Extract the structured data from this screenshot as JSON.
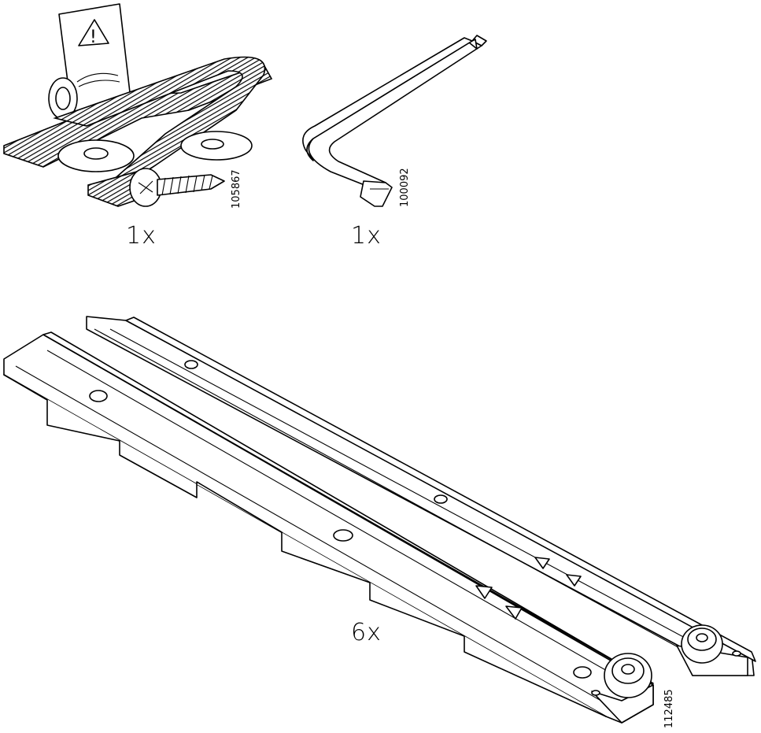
{
  "parts": [
    {
      "name": "fixing-kit",
      "quantity": "1x",
      "part_number": "105867"
    },
    {
      "name": "allen-key",
      "quantity": "1x",
      "part_number": "100092"
    },
    {
      "name": "drawer-runners",
      "quantity": "6x",
      "part_number": "112485"
    }
  ],
  "warning_symbol": "!"
}
